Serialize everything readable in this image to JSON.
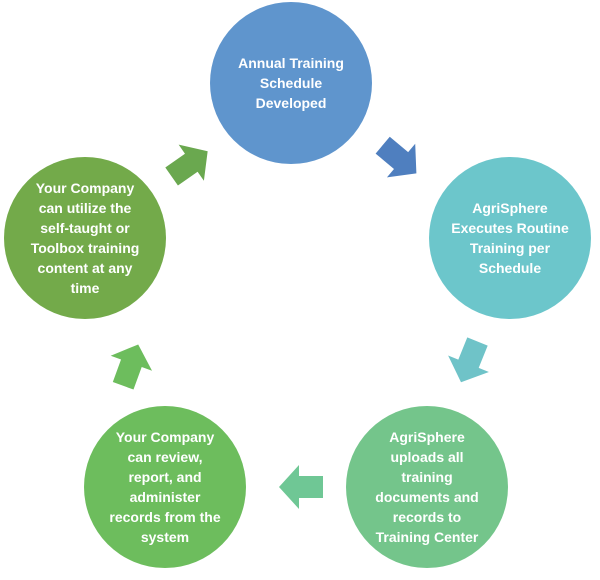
{
  "diagram": {
    "nodes": [
      {
        "label": "Annual Training\nSchedule\nDeveloped",
        "color": "#5f95cd"
      },
      {
        "label": "AgriSphere\nExecutes Routine\nTraining per\nSchedule",
        "color": "#6cc6cb"
      },
      {
        "label": "AgriSphere\nuploads all\ntraining\ndocuments and\nrecords to\nTraining Center",
        "color": "#74c58b"
      },
      {
        "label": "Your Company\ncan review,\nreport, and\nadminister\nrecords from the\nsystem",
        "color": "#6dbd5d"
      },
      {
        "label": "Your Company\ncan utilize the\nself-taught or\nToolbox training\ncontent at any\ntime",
        "color": "#73aa4a"
      }
    ],
    "arrows": [
      {
        "from": 0,
        "to": 1,
        "color": "#4f7fbf"
      },
      {
        "from": 1,
        "to": 2,
        "color": "#6fc3c8"
      },
      {
        "from": 2,
        "to": 3,
        "color": "#6fc795"
      },
      {
        "from": 3,
        "to": 4,
        "color": "#6dbd5d"
      },
      {
        "from": 4,
        "to": 0,
        "color": "#6aa84f"
      }
    ]
  }
}
